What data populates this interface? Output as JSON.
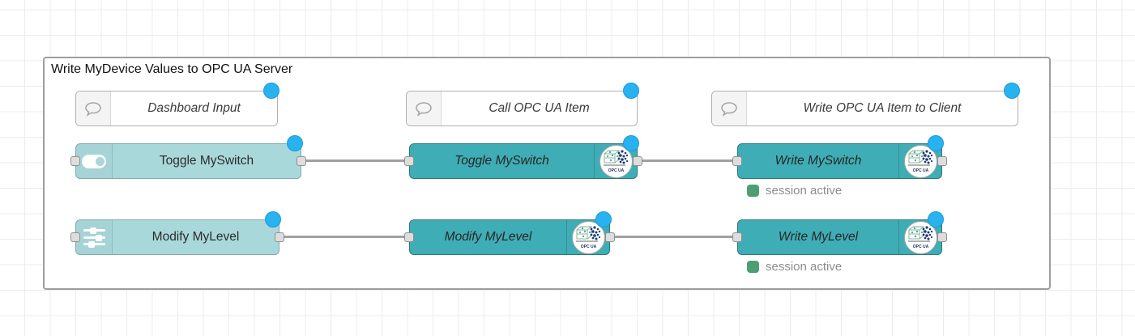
{
  "group": {
    "label": "Write MyDevice Values to OPC UA Server"
  },
  "comments": [
    {
      "label": "Dashboard Input",
      "icon": "comment-bubble-icon"
    },
    {
      "label": "Call OPC UA Item",
      "icon": "comment-bubble-icon"
    },
    {
      "label": "Write OPC UA Item to Client",
      "icon": "comment-bubble-icon"
    }
  ],
  "rows": [
    {
      "input": {
        "label": "Toggle MySwitch",
        "icon": "toggle-icon"
      },
      "call": {
        "label": "Toggle MySwitch",
        "icon": "opcua-logo"
      },
      "write": {
        "label": "Write MySwitch",
        "icon": "opcua-logo",
        "status": "session active"
      }
    },
    {
      "input": {
        "label": "Modify MyLevel",
        "icon": "sliders-icon"
      },
      "call": {
        "label": "Modify MyLevel",
        "icon": "opcua-logo"
      },
      "write": {
        "label": "Write MyLevel",
        "icon": "opcua-logo",
        "status": "session active"
      }
    }
  ],
  "opcua_badge_text": "OPC UA",
  "colors": {
    "opcua_node": "#3fadb5",
    "dashboard_node": "#a9d8db",
    "changed_indicator": "#28b2f0",
    "status_ok_square": "#4c9e73",
    "wire": "#a0a0a0",
    "group_border": "#9e9e9e",
    "grid_line": "#ececec"
  }
}
